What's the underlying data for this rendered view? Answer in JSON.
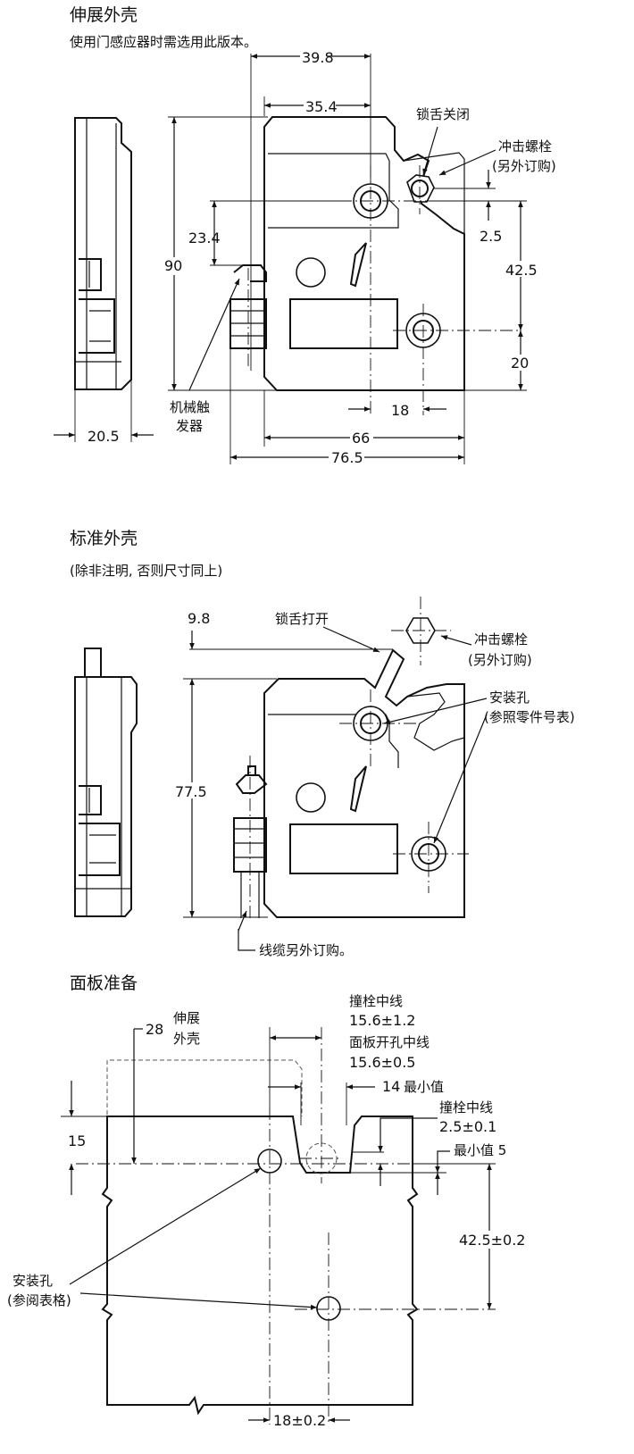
{
  "section1": {
    "title": "伸展外壳",
    "note": "使用门感应器时需选用此版本。",
    "labels": {
      "bolt_closed": "锁舌关闭",
      "strike_bolt": "冲击螺栓",
      "sold_separately": "(另外订购)",
      "mech_trigger_1": "机械触",
      "mech_trigger_2": "发器"
    },
    "dims": {
      "d39_8": "39.8",
      "d35_4": "35.4",
      "d23_4": "23.4",
      "d90": "90",
      "d2_5": "2.5",
      "d42_5": "42.5",
      "d20": "20",
      "d18": "18",
      "d20_5": "20.5",
      "d66": "66",
      "d76_5": "76.5"
    }
  },
  "section2": {
    "title": "标准外壳",
    "note": "(除非注明, 否则尺寸同上)",
    "labels": {
      "bolt_open": "锁舌打开",
      "strike_bolt": "冲击螺栓",
      "sold_separately": "(另外订购)",
      "mount_hole": "安装孔",
      "see_part_table": "(参照零件号表)",
      "cable": "线缆另外订购。"
    },
    "dims": {
      "d9_8": "9.8",
      "d77_5": "77.5"
    }
  },
  "section3": {
    "title": "面板准备",
    "labels": {
      "ext_housing_1": "伸展",
      "ext_housing_2": "外壳",
      "strike_centerline": "撞栓中线",
      "panel_hole_centerline": "面板开孔中线",
      "min_value": "最小值",
      "strike_centerline_2": "撞栓中线",
      "min_value_5": "最小值 5",
      "mount_hole": "安装孔",
      "see_table": "(参阅表格)"
    },
    "dims": {
      "d28": "28",
      "d15_6_1_2": "15.6±1.2",
      "d15_6_0_5": "15.6±0.5",
      "d14": "14",
      "d2_5_0_1": "2.5±0.1",
      "d15": "15",
      "d42_5_0_2": "42.5±0.2",
      "d18_0_2": "18±0.2"
    }
  }
}
